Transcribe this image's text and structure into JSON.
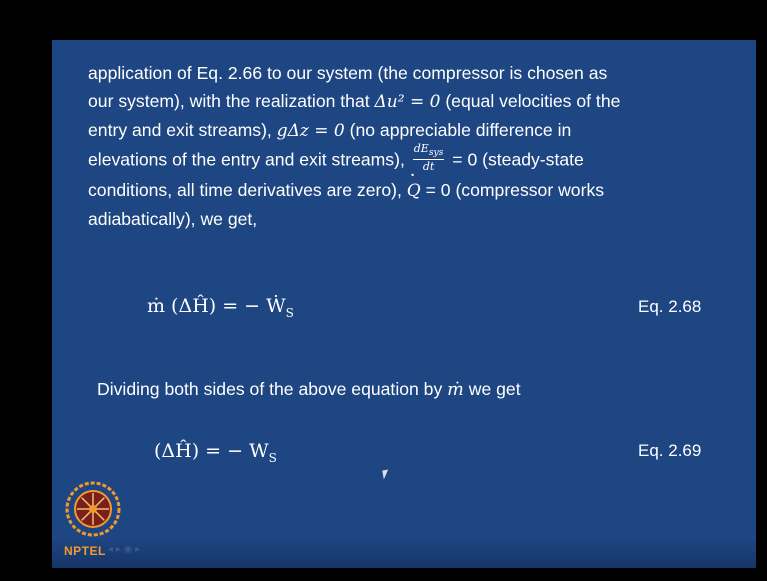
{
  "slide": {
    "paragraph": {
      "line1": "application of Eq. 2.66 to our system (the compressor is chosen as",
      "line2_pre": "our system), with the realization that ",
      "line2_math": "Δu² = 0",
      "line2_post": " (equal velocities of the",
      "line3_pre": "entry and exit streams), ",
      "line3_math": "gΔz = 0",
      "line3_post": " (no appreciable difference in",
      "line4_pre": "elevations of the entry and exit streams), ",
      "frac_num": "dE",
      "frac_sub": "sys",
      "frac_den": "dt",
      "line4_post": " = 0 (steady-state",
      "line5_pre": "conditions, all time derivatives are zero), ",
      "line5_math": "Q",
      "line5_post": " = 0 (compressor works",
      "line6": "adiabatically), we get,"
    },
    "eq1": {
      "lhs": "ṁ (ΔĤ) = − Ẇ",
      "sub": "S",
      "label": "Eq. 2.68"
    },
    "divide_text_pre": "Dividing both sides of the above equation by ",
    "divide_math": "ṁ",
    "divide_text_post": " we get",
    "eq2": {
      "lhs": "(ΔĤ) = − W",
      "sub": "S",
      "label": "Eq. 2.69"
    },
    "logo_text": "NPTEL"
  },
  "colors": {
    "slide_bg": "#1e4683",
    "text": "#ffffff",
    "logo": "#f29a2e"
  }
}
